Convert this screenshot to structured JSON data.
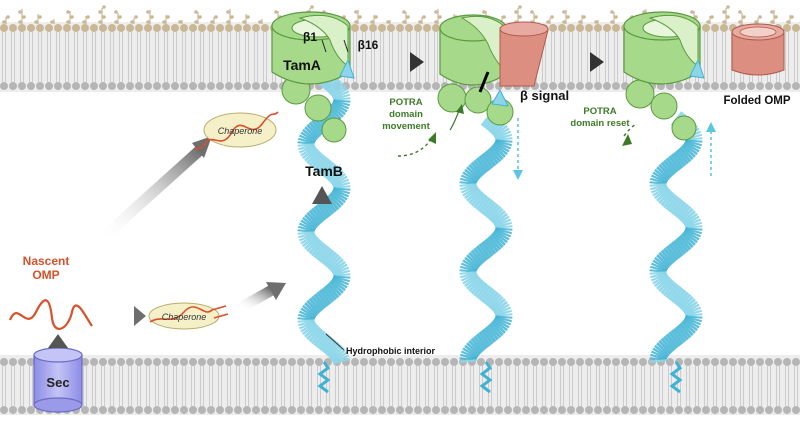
{
  "labels": {
    "tama": "TamA",
    "beta1": "β1",
    "beta16": "β16",
    "beta_signal": "β signal",
    "tamb": "TamB",
    "nascent_line1": "Nascent",
    "nascent_line2": "OMP",
    "chaperone_top": "Chaperone",
    "chaperone_bottom": "Chaperone",
    "sec": "Sec",
    "hydrophobic": "Hydrophobic interior",
    "potra_move_line1": "POTRA",
    "potra_move_line2": "domain",
    "potra_move_line3": "movement",
    "potra_reset_line1": "POTRA",
    "potra_reset_line2": "domain reset",
    "folded_omp": "Folded OMP"
  },
  "colors": {
    "tama_green": "#a6d98a",
    "tama_green_light": "#d9f0c8",
    "tama_green_dark": "#5a9a40",
    "tamb_blue": "#8dd6ea",
    "tamb_blue_dark": "#3fb3d4",
    "omp_salmon": "#dc8f80",
    "omp_stroke": "#b05a4c",
    "nascent_red": "#d9502b",
    "potra_text": "#3d7a28",
    "sec_purple": "#a8a8ee",
    "lipid_head": "#c9b896",
    "lipid_head_inner": "#b5b5b5",
    "arrow_gray": "#6e6e6e",
    "membrane_bg": "#ededed"
  }
}
